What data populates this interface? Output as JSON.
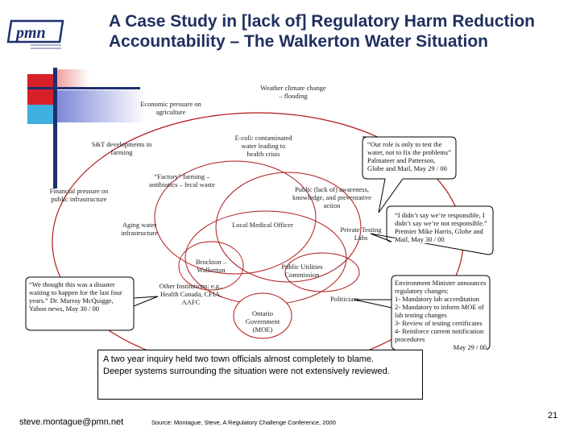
{
  "slide": {
    "title": "A Case Study in [lack of] Regulatory Harm Reduction Accountability – The Walkerton Water Situation",
    "logo_text": "pmn",
    "colors": {
      "circle": "#d81818",
      "title": "#1f2f5f",
      "accent_blue": "#1f2f6f"
    }
  },
  "diagram": {
    "weather": "Weather climate change – flooding",
    "economic": "Economic pressure on agriculture",
    "sandt": "S&T developments in farming",
    "ecoli": "E-coli: contaminated water leading to health crisis",
    "factory": "“Factory” farming – antibiotics – fecal waste",
    "financial": "Financial pressure on public infrastructure",
    "public_awareness": "Public (lack of) awareness, knowledge, and preventative action",
    "aging": "Aging water infrastructure",
    "local_medical": "Local Medical Officer",
    "private_labs": "Private Testing Labs",
    "brockton": "Brockton – Walkerton",
    "puc": "Public Utilities Commission",
    "other_institutions": "Other Institutions: e.g., Health Canada, CFIA, AAFC",
    "politicians": "Politicians",
    "ontario_gov": "Ontario Government (MOE)"
  },
  "quotes": {
    "koebel": "“Our role is only to test the water, not to fix the problems” Palmateer and Patterson, Globe and Mail, May 29 / 00",
    "harris": "“I didn’t say we’re responsible, I didn’t say we’re not responsible.” Premier Mike Harris, Globe and Mail, May 30 / 00",
    "mcquigge": "“We thought this was a disaster waiting to happen for the last four years.” Dr. Murray McQuigge, Yahoo news, May 30 / 00",
    "minister_intro": "Environment Minister announces regulatory changes:",
    "minister_items": [
      "1- Mandatory lab accreditation",
      "2- Mandatory to inform MOE of lab testing changes",
      "3- Review of testing certificates",
      "4- Reinforce current notification procedures"
    ],
    "minister_date": "May 29 / 00"
  },
  "summary": {
    "line1": "A two year inquiry held two town officials almost completely to blame.",
    "line2": "Deeper systems surrounding the situation were not extensively reviewed."
  },
  "footer": {
    "email": "steve.montague@pmn.net",
    "source": "Source: Montague, Steve, A Regulatory Challenge Conference, 2000",
    "page_number": "21"
  }
}
